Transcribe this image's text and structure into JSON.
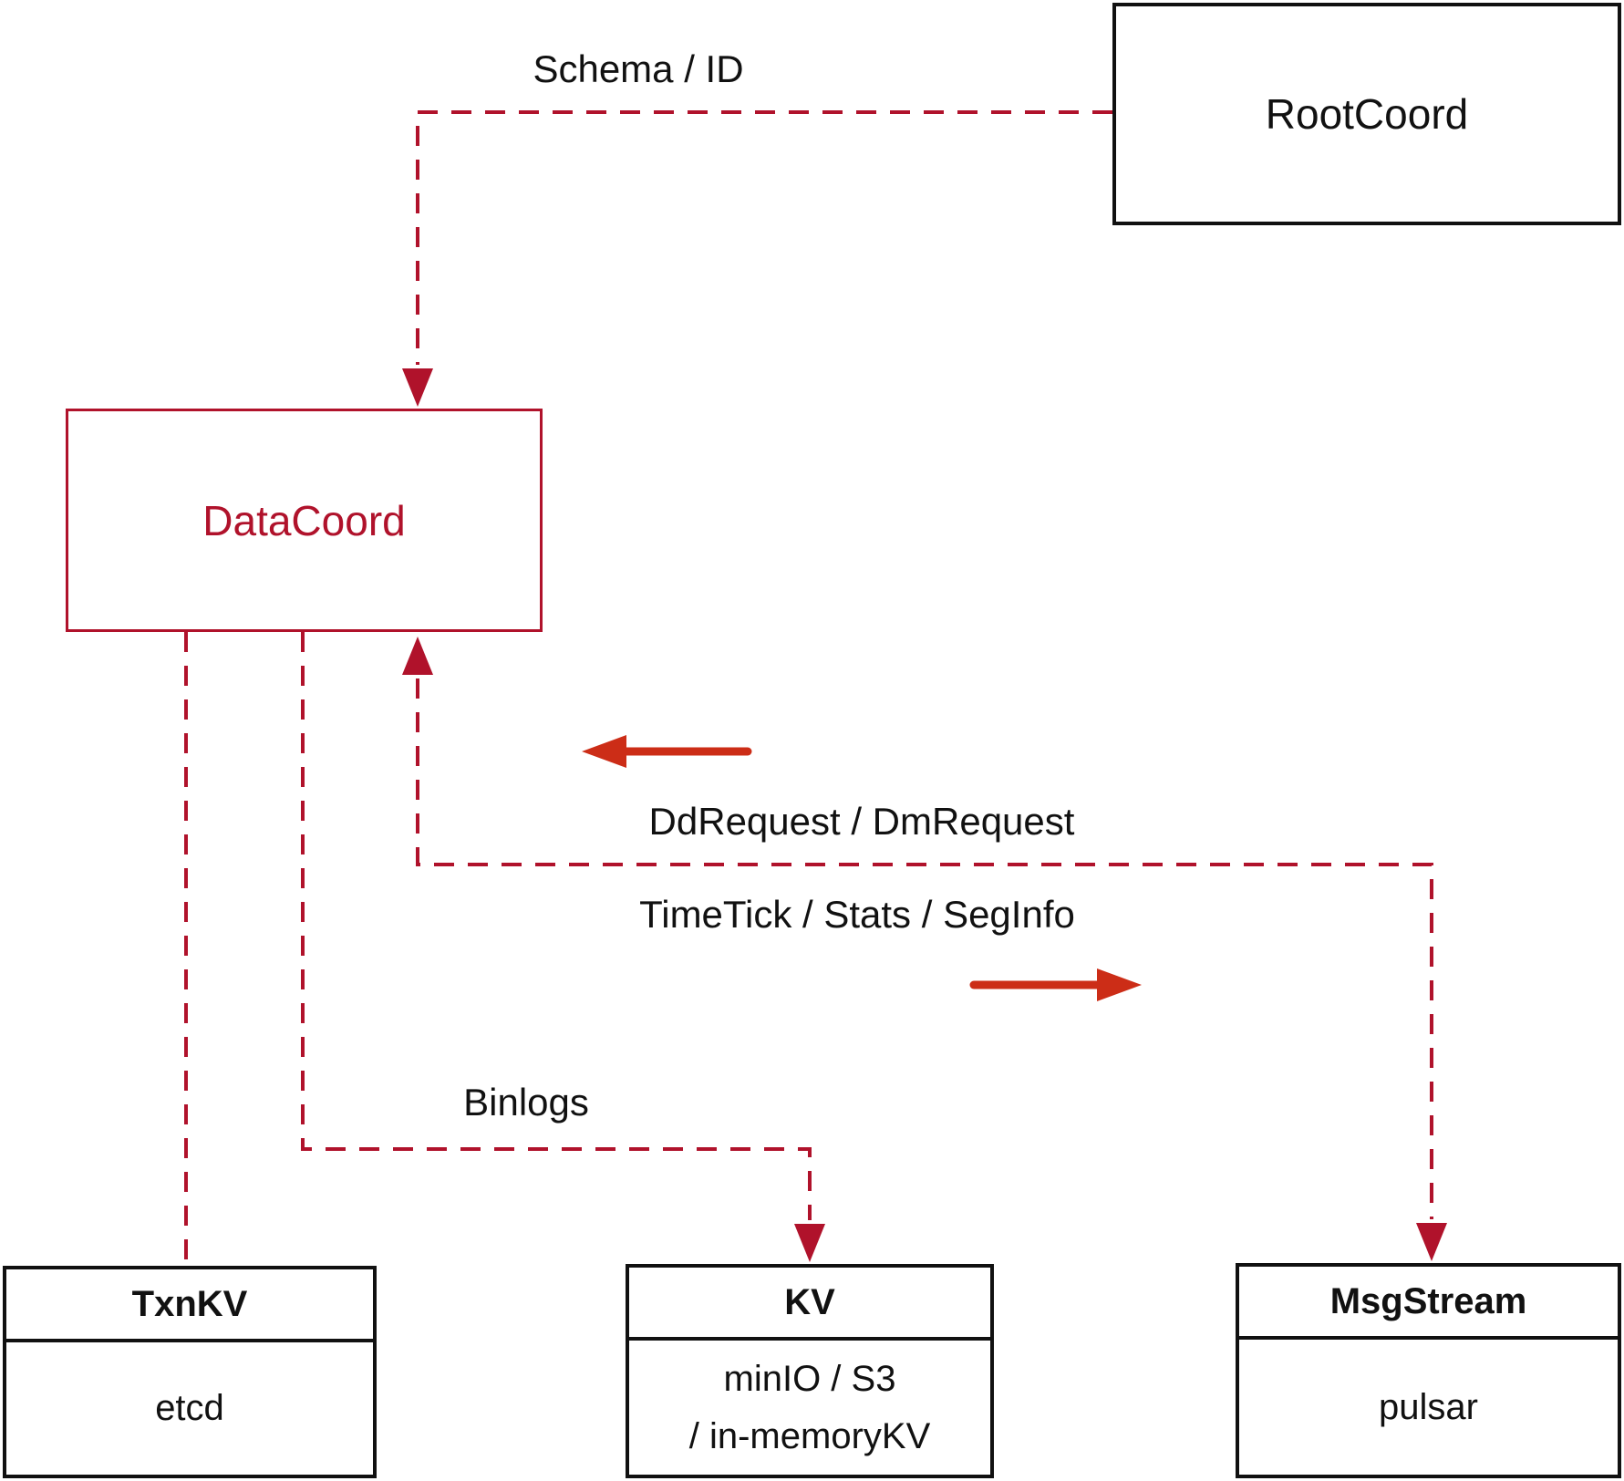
{
  "nodes": {
    "rootcoord": {
      "label": "RootCoord"
    },
    "datacoord": {
      "label": "DataCoord"
    },
    "txnkv": {
      "title": "TxnKV",
      "body": "etcd"
    },
    "kv": {
      "title": "KV",
      "body_line1": "minIO / S3",
      "body_line2": "/ in-memoryKV"
    },
    "msgstream": {
      "title": "MsgStream",
      "body": "pulsar"
    }
  },
  "edges": {
    "schema_id_label": "Schema / ID",
    "dd_dm_label": "DdRequest / DmRequest",
    "timetick_label": "TimeTick / Stats / SegInfo",
    "binlogs_label": "Binlogs"
  },
  "colors": {
    "dashed_red": "#B0122B",
    "solid_arrow_red": "#CC2D17",
    "box_black": "#111111",
    "datacoord_red": "#B0122B"
  }
}
